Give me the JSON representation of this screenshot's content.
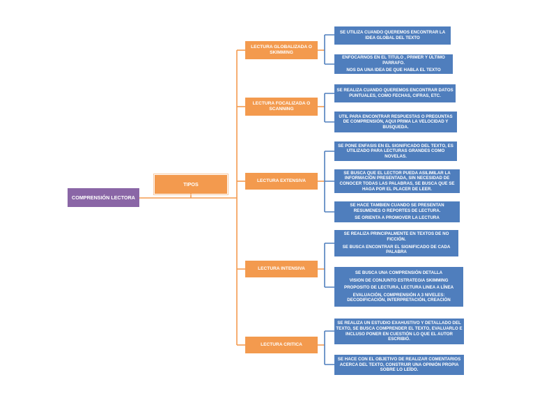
{
  "root": {
    "label": "COMPRENSIÓN LECTORA"
  },
  "tipos": {
    "label": "TIPOS"
  },
  "categories": [
    {
      "label": "LECTURA GLOBALIZADA O SKIMMING",
      "descriptions": [
        {
          "lines": [
            "SE UTILIZA CUANDO QUEREMOS ENCONTRAR LA IDEA GLOBAL DEL TEXTO"
          ]
        },
        {
          "lines": [
            "ENFOCARNOS EN EL TITULO , PRIMER Y ÚLTIMO PARRAFO.",
            "NOS DA UNA IDEA DE QUE HABLA EL TEXTO"
          ]
        }
      ]
    },
    {
      "label": "LECTURA FOCALIZADA O SCANNING",
      "descriptions": [
        {
          "lines": [
            "SE REALIZA CUANDO QUEREMOS ENCONTRAR DATOS PUNTUALES, COMO FECHAS, CIFRAS, ETC."
          ]
        },
        {
          "lines": [
            "UTIL PARA ENCONTRAR RESPUESTAS O PREGUNTAS DE COMPRENSIÓN, AQUI PRIMA LA VELOCIDAD Y BUSQUEDA."
          ]
        }
      ]
    },
    {
      "label": "LECTURA EXTENSIVA",
      "descriptions": [
        {
          "lines": [
            "SE PONE ENFASIS EN EL SIGNIFICADO DEL TEXTO, ES UTILIZADO PARA LECTURAS GRANDES COMO NOVELAS."
          ]
        },
        {
          "lines": [
            "SE BUSCA QUE EL LECTOR PUEDA ASILIMILAR LA INFORMACIÓN PRESENTADA, SIN NECESIDAD DE CONOCER TODAS LAS PALABRAS, SE BUSCA QUE SE HAGA POR EL PLACER DE LEER."
          ]
        },
        {
          "lines": [
            "SE HACE TAMBIEN CUANDO SE PRESENTAN RESUMENES O REPORTES DE LECTURA.",
            "SE ORIENTA A PROMOVER LA LECTURA"
          ]
        }
      ]
    },
    {
      "label": "LECTURA INTENSIVA",
      "descriptions": [
        {
          "lines": [
            "SE REALIZA PRINCIPALMENTE EN TEXTOS DE NO FICCIÓN.",
            "SE BUSCA ENCONTRAR EL SIGNIFICADO DE CADA PALABRA"
          ]
        },
        {
          "lines": [
            "SE BUSCA UNA COMPRENSIÓN DETALLA",
            "VISION DE CONJUNTO ESTRATEGIA SKIMMING",
            "PROPOSITO DE LECTURA, LECTURA LINEA A LÍNEA",
            "EVALUACIÓN, COMPRENSIÓN A 3 NIVELES: DECODIFICACIÓN, INTERPRETACIÓN, CREACIÓN"
          ]
        }
      ]
    },
    {
      "label": "LECTURA CRITICA",
      "descriptions": [
        {
          "lines": [
            "SE REALIZA UN ESTUDIO EXAHUSTIVO Y DETALLADO DEL TEXTO, SE BUSCA COMPRENDER EL TEXTO, EVALUARLO E INCLUSO PONER EN CUESTIÓN LO QUE EL AUTOR ESCRIBIÓ."
          ]
        },
        {
          "lines": [
            "SE HACE CON EL OBJETIVO DE REALIZAR COMENTARIOS ACERCA DEL TEXTO, CONSTRUIR UNA OPINIÓN PROPIA SOBRE LO LEÍDO."
          ]
        }
      ]
    }
  ],
  "colors": {
    "root": "#8a66a6",
    "category": "#f39a4e",
    "description": "#4f7ebd",
    "connector": "#f39a4e",
    "connector_blue": "#4f7ebd"
  }
}
